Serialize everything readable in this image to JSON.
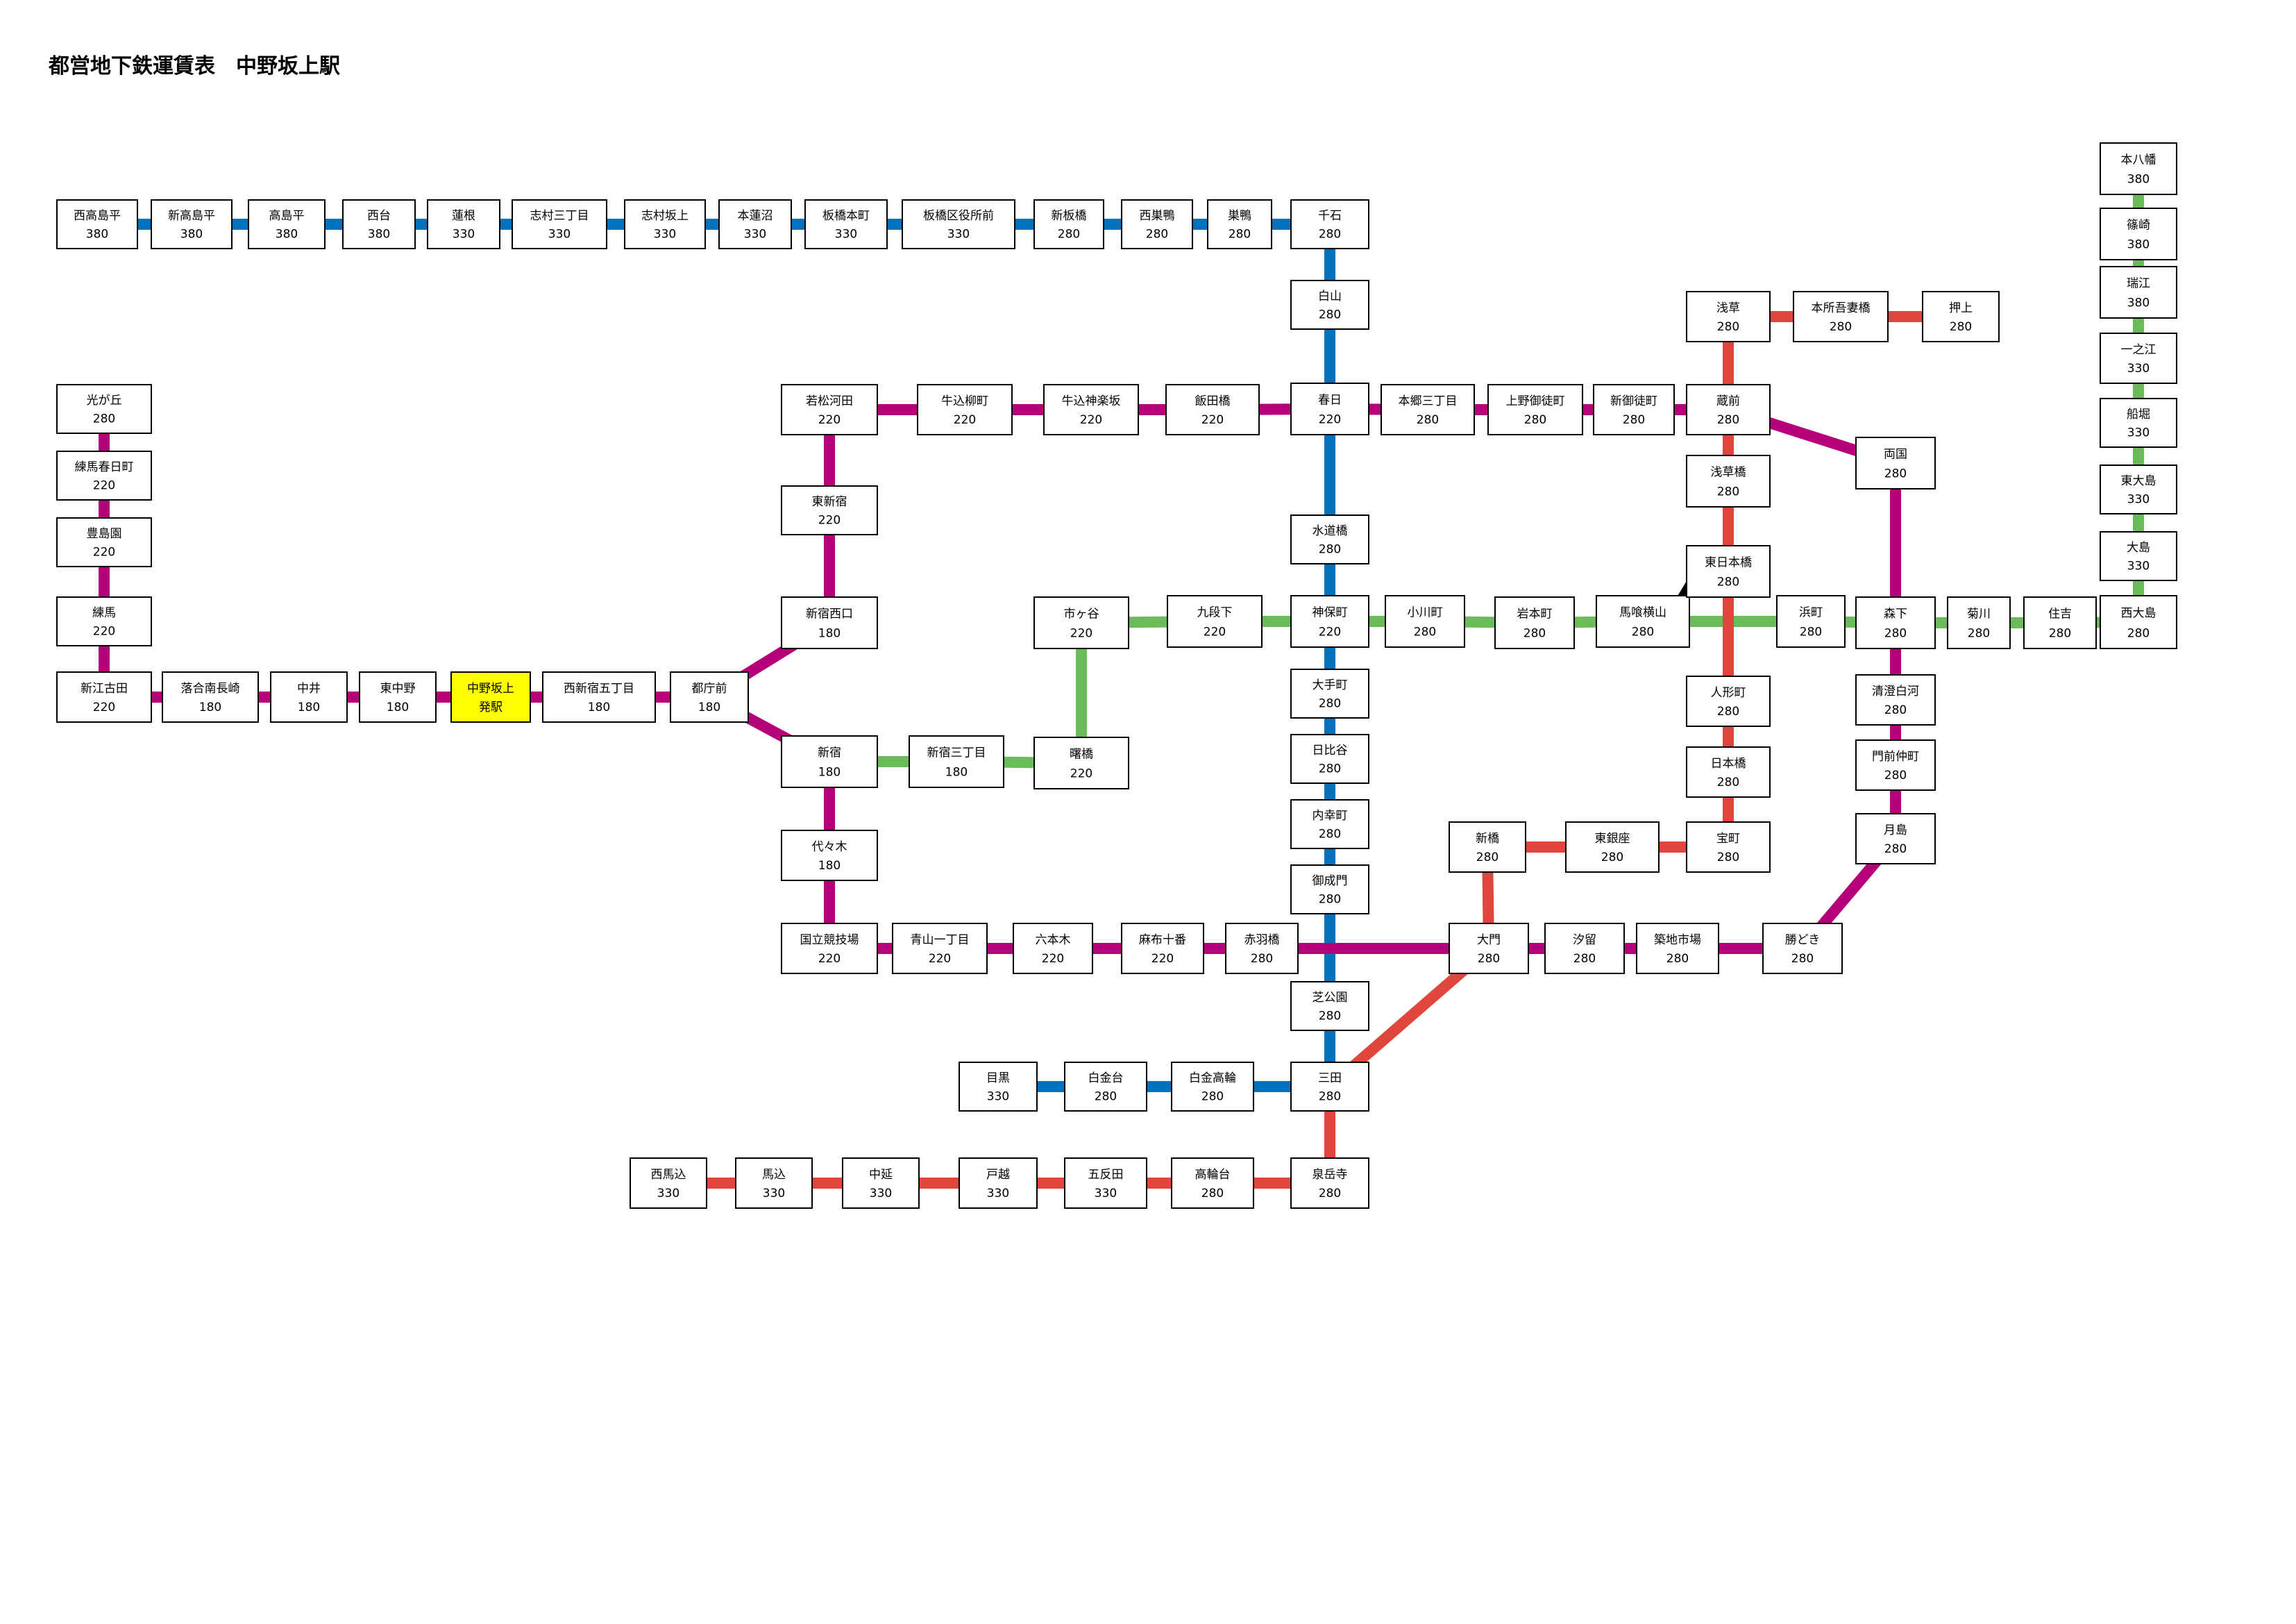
{
  "title": "都営地下鉄運賃表　中野坂上駅",
  "colors": {
    "mita": "#0071bc",
    "oedo": "#b6007a",
    "shinjuku": "#6cbb5a",
    "asakusa": "#e0463d",
    "current_station": "#ffff00"
  },
  "stations": [
    {
      "id": "nishitakashimadaira",
      "name": "西高島平",
      "fare": "380"
    },
    {
      "id": "shintakashimadaira",
      "name": "新高島平",
      "fare": "380"
    },
    {
      "id": "takashimadaira",
      "name": "高島平",
      "fare": "380"
    },
    {
      "id": "nishidai",
      "name": "西台",
      "fare": "380"
    },
    {
      "id": "hasune",
      "name": "蓮根",
      "fare": "330"
    },
    {
      "id": "shimura3",
      "name": "志村三丁目",
      "fare": "330"
    },
    {
      "id": "shimurasakaue",
      "name": "志村坂上",
      "fare": "330"
    },
    {
      "id": "motohasunuma",
      "name": "本蓮沼",
      "fare": "330"
    },
    {
      "id": "itabashihoncho",
      "name": "板橋本町",
      "fare": "330"
    },
    {
      "id": "itabashikuyakusho",
      "name": "板橋区役所前",
      "fare": "330"
    },
    {
      "id": "shinitabashi",
      "name": "新板橋",
      "fare": "280"
    },
    {
      "id": "nishisugamo",
      "name": "西巣鴨",
      "fare": "280"
    },
    {
      "id": "sugamo",
      "name": "巣鴨",
      "fare": "280"
    },
    {
      "id": "sengoku",
      "name": "千石",
      "fare": "280"
    },
    {
      "id": "hakusan",
      "name": "白山",
      "fare": "280"
    },
    {
      "id": "kasuga",
      "name": "春日",
      "fare": "220"
    },
    {
      "id": "suidobashi",
      "name": "水道橋",
      "fare": "280"
    },
    {
      "id": "jimbocho",
      "name": "神保町",
      "fare": "220"
    },
    {
      "id": "otemachi",
      "name": "大手町",
      "fare": "280"
    },
    {
      "id": "hibiya",
      "name": "日比谷",
      "fare": "280"
    },
    {
      "id": "uchisaiwaicho",
      "name": "内幸町",
      "fare": "280"
    },
    {
      "id": "onarimon",
      "name": "御成門",
      "fare": "280"
    },
    {
      "id": "shibakoen",
      "name": "芝公園",
      "fare": "280"
    },
    {
      "id": "mita",
      "name": "三田",
      "fare": "280"
    },
    {
      "id": "shirokanetakanawa",
      "name": "白金高輪",
      "fare": "280"
    },
    {
      "id": "shirokanedai",
      "name": "白金台",
      "fare": "280"
    },
    {
      "id": "meguro",
      "name": "目黒",
      "fare": "330"
    },
    {
      "id": "hikarigaoka",
      "name": "光が丘",
      "fare": "280"
    },
    {
      "id": "nerimakasugacho",
      "name": "練馬春日町",
      "fare": "220"
    },
    {
      "id": "toshimaen",
      "name": "豊島園",
      "fare": "220"
    },
    {
      "id": "nerima",
      "name": "練馬",
      "fare": "220"
    },
    {
      "id": "shinegota",
      "name": "新江古田",
      "fare": "220"
    },
    {
      "id": "ochiaiminaminagasaki",
      "name": "落合南長崎",
      "fare": "180"
    },
    {
      "id": "nakai",
      "name": "中井",
      "fare": "180"
    },
    {
      "id": "higashinakano",
      "name": "東中野",
      "fare": "180"
    },
    {
      "id": "nakanosakaue",
      "name": "中野坂上",
      "fare": "発駅",
      "current": true
    },
    {
      "id": "nishishinjuku5",
      "name": "西新宿五丁目",
      "fare": "180"
    },
    {
      "id": "tochomae",
      "name": "都庁前",
      "fare": "180"
    },
    {
      "id": "shinjukunishiguchi",
      "name": "新宿西口",
      "fare": "180"
    },
    {
      "id": "higashishinjuku",
      "name": "東新宿",
      "fare": "220"
    },
    {
      "id": "wakamatsukawada",
      "name": "若松河田",
      "fare": "220"
    },
    {
      "id": "ushigomeyanagicho",
      "name": "牛込柳町",
      "fare": "220"
    },
    {
      "id": "ushigomekagurazaka",
      "name": "牛込神楽坂",
      "fare": "220"
    },
    {
      "id": "iidabashi",
      "name": "飯田橋",
      "fare": "220"
    },
    {
      "id": "hongo3",
      "name": "本郷三丁目",
      "fare": "280"
    },
    {
      "id": "uenookachimachi",
      "name": "上野御徒町",
      "fare": "280"
    },
    {
      "id": "shinokachimachi",
      "name": "新御徒町",
      "fare": "280"
    },
    {
      "id": "kuramae",
      "name": "蔵前",
      "fare": "280"
    },
    {
      "id": "ryogoku",
      "name": "両国",
      "fare": "280"
    },
    {
      "id": "morishita",
      "name": "森下",
      "fare": "280"
    },
    {
      "id": "kiyosumishirakawa",
      "name": "清澄白河",
      "fare": "280"
    },
    {
      "id": "monzennakacho",
      "name": "門前仲町",
      "fare": "280"
    },
    {
      "id": "tsukishima",
      "name": "月島",
      "fare": "280"
    },
    {
      "id": "kachidoki",
      "name": "勝どき",
      "fare": "280"
    },
    {
      "id": "tsukijishijo",
      "name": "築地市場",
      "fare": "280"
    },
    {
      "id": "shiodome",
      "name": "汐留",
      "fare": "280"
    },
    {
      "id": "daimon",
      "name": "大門",
      "fare": "280"
    },
    {
      "id": "akabanebashi",
      "name": "赤羽橋",
      "fare": "280"
    },
    {
      "id": "azabujuban",
      "name": "麻布十番",
      "fare": "220"
    },
    {
      "id": "roppongi",
      "name": "六本木",
      "fare": "220"
    },
    {
      "id": "aoyamaitchome",
      "name": "青山一丁目",
      "fare": "220"
    },
    {
      "id": "kokuritsukyogijo",
      "name": "国立競技場",
      "fare": "220"
    },
    {
      "id": "yoyogi",
      "name": "代々木",
      "fare": "180"
    },
    {
      "id": "shinjuku",
      "name": "新宿",
      "fare": "180"
    },
    {
      "id": "shinjuku3",
      "name": "新宿三丁目",
      "fare": "180"
    },
    {
      "id": "akebonobashi",
      "name": "曙橋",
      "fare": "220"
    },
    {
      "id": "ichigaya",
      "name": "市ヶ谷",
      "fare": "220"
    },
    {
      "id": "kudanshita",
      "name": "九段下",
      "fare": "220"
    },
    {
      "id": "ogawamachi",
      "name": "小川町",
      "fare": "280"
    },
    {
      "id": "iwamotocho",
      "name": "岩本町",
      "fare": "280"
    },
    {
      "id": "bakuroyokoyama",
      "name": "馬喰横山",
      "fare": "280"
    },
    {
      "id": "hamacho",
      "name": "浜町",
      "fare": "280"
    },
    {
      "id": "kikukawa",
      "name": "菊川",
      "fare": "280"
    },
    {
      "id": "sumiyoshi",
      "name": "住吉",
      "fare": "280"
    },
    {
      "id": "nishiojima",
      "name": "西大島",
      "fare": "280"
    },
    {
      "id": "ojima",
      "name": "大島",
      "fare": "330"
    },
    {
      "id": "higashiojima",
      "name": "東大島",
      "fare": "330"
    },
    {
      "id": "funabori",
      "name": "船堀",
      "fare": "330"
    },
    {
      "id": "ichinoe",
      "name": "一之江",
      "fare": "330"
    },
    {
      "id": "mizue",
      "name": "瑞江",
      "fare": "380"
    },
    {
      "id": "shinozaki",
      "name": "篠崎",
      "fare": "380"
    },
    {
      "id": "motoyawata",
      "name": "本八幡",
      "fare": "380"
    },
    {
      "id": "asakusa",
      "name": "浅草",
      "fare": "280"
    },
    {
      "id": "honjoazumabashi",
      "name": "本所吾妻橋",
      "fare": "280"
    },
    {
      "id": "oshiage",
      "name": "押上",
      "fare": "280"
    },
    {
      "id": "asakusabashi",
      "name": "浅草橋",
      "fare": "280"
    },
    {
      "id": "higashinihombashi",
      "name": "東日本橋",
      "fare": "280"
    },
    {
      "id": "ningyocho",
      "name": "人形町",
      "fare": "280"
    },
    {
      "id": "nihombashi",
      "name": "日本橋",
      "fare": "280"
    },
    {
      "id": "takaracho",
      "name": "宝町",
      "fare": "280"
    },
    {
      "id": "higashiginza",
      "name": "東銀座",
      "fare": "280"
    },
    {
      "id": "shimbashi",
      "name": "新橋",
      "fare": "280"
    },
    {
      "id": "sengakuji",
      "name": "泉岳寺",
      "fare": "280"
    },
    {
      "id": "takanawadai",
      "name": "高輪台",
      "fare": "280"
    },
    {
      "id": "gotanda",
      "name": "五反田",
      "fare": "330"
    },
    {
      "id": "togoshi",
      "name": "戸越",
      "fare": "330"
    },
    {
      "id": "nakanobu",
      "name": "中延",
      "fare": "330"
    },
    {
      "id": "magome",
      "name": "馬込",
      "fare": "330"
    },
    {
      "id": "nishimagome",
      "name": "西馬込",
      "fare": "330"
    }
  ]
}
